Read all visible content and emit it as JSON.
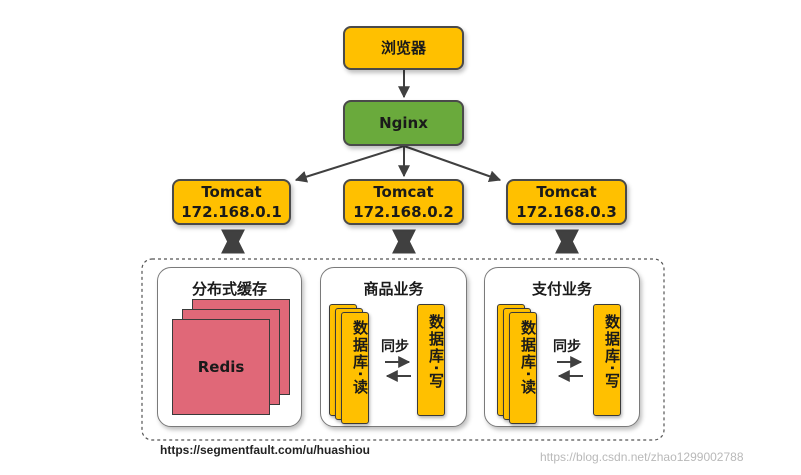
{
  "browser": {
    "label": "浏览器"
  },
  "nginx": {
    "label": "Nginx"
  },
  "tomcats": [
    {
      "name": "Tomcat",
      "ip": "172.168.0.1"
    },
    {
      "name": "Tomcat",
      "ip": "172.168.0.2"
    },
    {
      "name": "Tomcat",
      "ip": "172.168.0.3"
    }
  ],
  "cache": {
    "title": "分布式缓存",
    "redis_label": "Redis"
  },
  "product_service": {
    "title": "商品业务",
    "read_db": "数据库·读",
    "sync_label": "同步",
    "write_db": "数据库·写"
  },
  "payment_service": {
    "title": "支付业务",
    "read_db": "数据库·读",
    "sync_label": "同步",
    "write_db": "数据库·写"
  },
  "footer": {
    "url": "https://segmentfault.com/u/huashiou",
    "watermark": "https://blog.csdn.net/zhao1299002788"
  },
  "colors": {
    "node": "#ffc000",
    "nginx": "#6aaa3c",
    "redis": "#e06878",
    "border": "#4a4a4a"
  }
}
